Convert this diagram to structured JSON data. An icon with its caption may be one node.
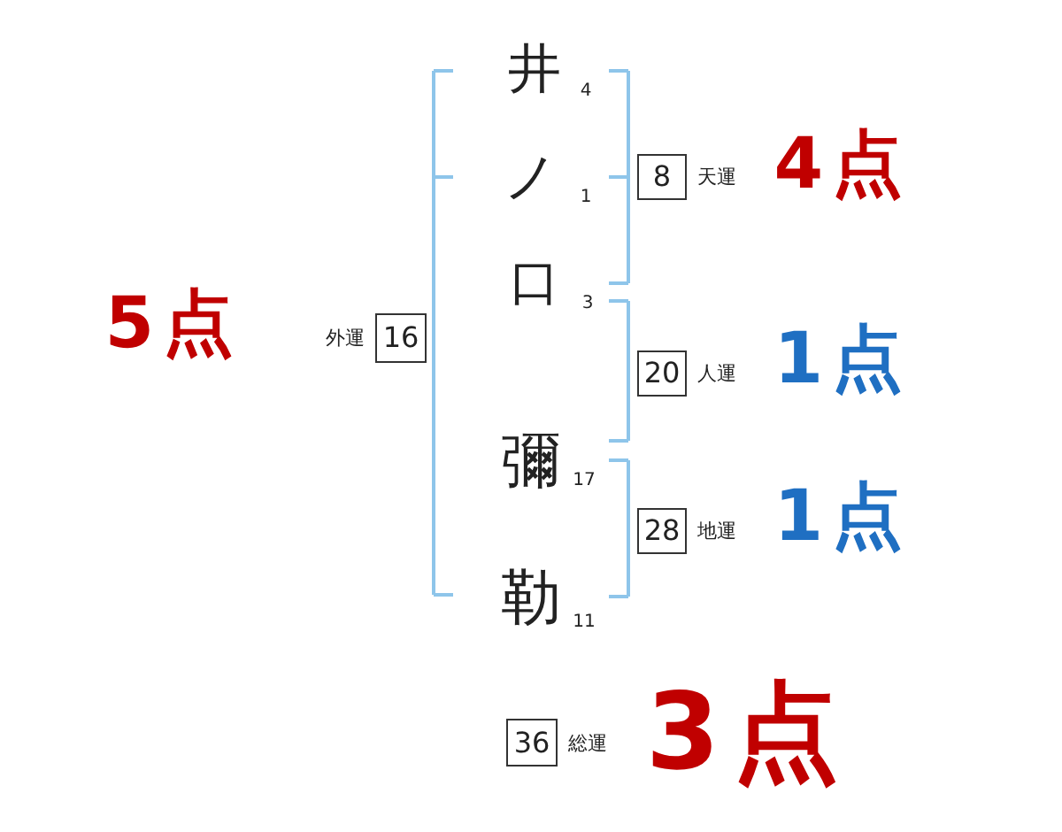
{
  "diagram": {
    "nodes": [
      {
        "text": [
          "8"
        ],
        "beside": [
          "天運"
        ]
      },
      {
        "text": [
          "16"
        ],
        "beside": [
          "外運"
        ]
      },
      {
        "text": [
          "20"
        ],
        "beside": [
          "人運"
        ]
      },
      {
        "text": [
          "28"
        ],
        "beside": [
          "地運"
        ]
      },
      {
        "text": [
          "36"
        ],
        "beside": [
          "総運"
        ]
      }
    ],
    "labels": [
      "井",
      "4",
      "ノ",
      "1",
      "4点",
      "口",
      "3",
      "5点",
      "1点",
      "彌",
      "17",
      "1点",
      "勒",
      "11",
      "3点"
    ]
  }
}
